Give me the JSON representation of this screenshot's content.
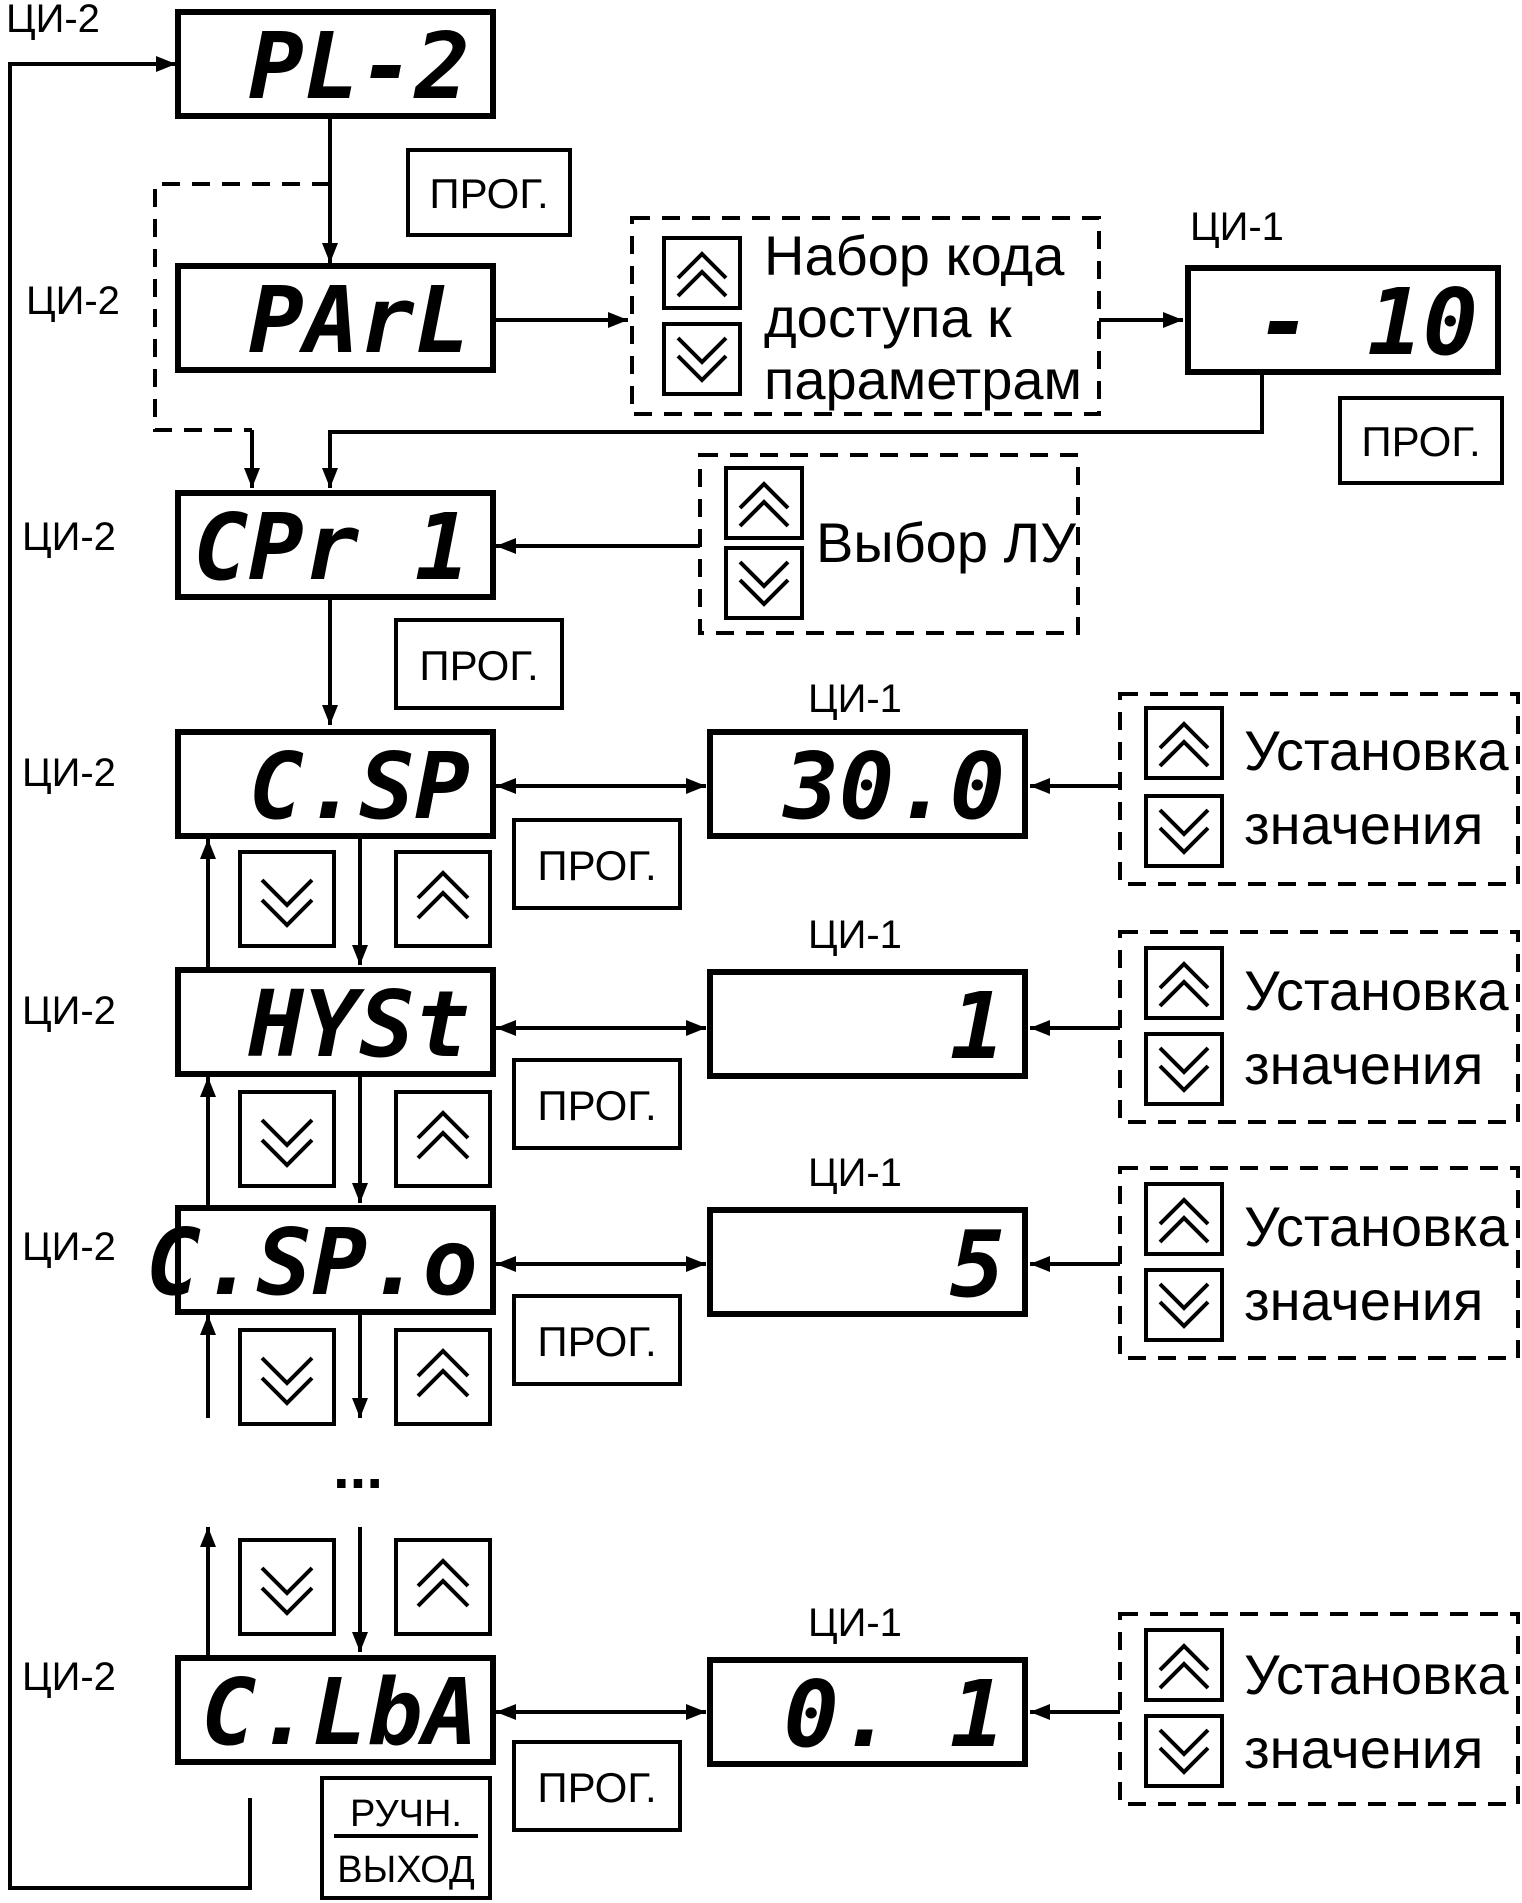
{
  "labels": {
    "ci2": "ЦИ-2",
    "ci1": "ЦИ-1",
    "prog": "ПРОГ.",
    "ruchn": "РУЧН.",
    "vykhod": "ВЫХОД",
    "dots": "..."
  },
  "displays": {
    "pl2": "PL-2",
    "parl": "PArL",
    "code": "- 10",
    "cpr1": "CPr 1",
    "csp": "C.SP",
    "csp_val": "30.0",
    "hyst": "HYSt",
    "hyst_val": "1",
    "cspo": "C.SP.o",
    "cspo_val": "5",
    "clba": "C.LbA",
    "clba_val": "0. 1"
  },
  "texts": {
    "access_line1": "Набор кода",
    "access_line2": "доступа к",
    "access_line3": "параметрам",
    "select_lu": "Выбор ЛУ",
    "set_line1": "Установка",
    "set_line2": "значения"
  },
  "icons": {
    "up": "double-chevron-up-icon",
    "down": "double-chevron-down-icon"
  }
}
